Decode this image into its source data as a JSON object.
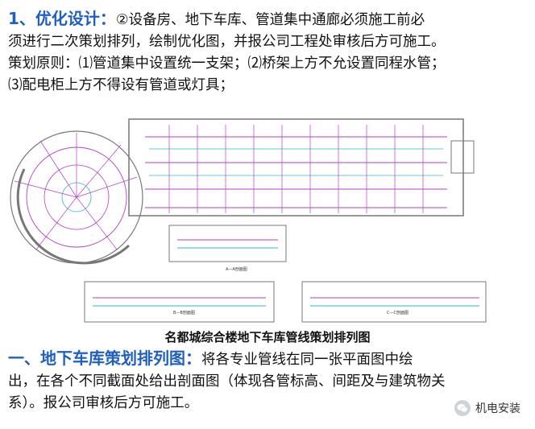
{
  "section1": {
    "heading": "1、优化设计：",
    "line1": "②设备房、地下车库、管道集中通廊必须施工前必",
    "line2": "须进行二次策划排列，绘制优化图，并报公司工程处审核后方可施工。",
    "line3": "策划原则：⑴管道集中设置统一支架；⑵桥架上方不允设置同程水管；",
    "line4": "⑶配电柜上方不得设有管道或灯具；"
  },
  "drawing": {
    "section_aa": "A—A剖面图",
    "section_bb": "B—B剖面图",
    "section_cc": "C—C剖面图"
  },
  "caption": "名都城综合楼地下车库管线策划排列图",
  "section2": {
    "heading": "一、地下车库策划排列图：",
    "line1": "将各专业管线在同一张平面图中绘",
    "line2": "出，在各个不同截面处给出剖面图（体现各管标高、间距及与建筑物关",
    "line3": "系）。报公司审核后方可施工。"
  },
  "watermark": {
    "text": "机电安装",
    "icon": "wechat-icon"
  },
  "colors": {
    "heading_blue": "#1f5fbf",
    "pipe_magenta": "#b03fc6",
    "pipe_cyan": "#32b7c8",
    "wall_gray": "#8a8a8a"
  }
}
